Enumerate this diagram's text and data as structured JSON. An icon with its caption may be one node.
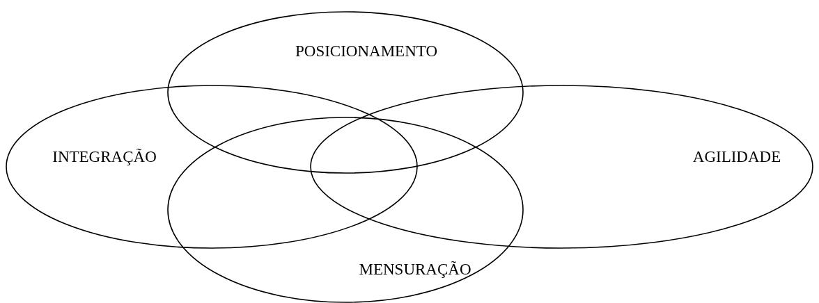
{
  "diagram": {
    "nodes": [
      {
        "text": [
          "POSICIONAMENTO"
        ]
      },
      {
        "text": [
          "INTEGRAÇÃO"
        ]
      },
      {
        "text": [
          "AGILIDADE"
        ]
      },
      {
        "text": [
          "MENSURAÇÃO"
        ]
      }
    ]
  }
}
